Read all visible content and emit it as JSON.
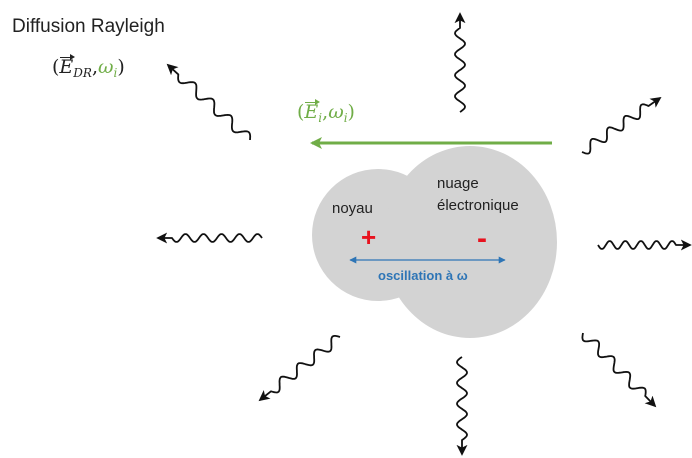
{
  "title": "Diffusion Rayleigh",
  "scattered_field": {
    "open": "(",
    "vector": "E",
    "sub": "DR",
    "sep": ",",
    "freq": "ω",
    "freq_sub": "i",
    "close": ")",
    "freq_color": "#70ad47"
  },
  "incident_field": {
    "open": "(",
    "vector": "E",
    "sub": "i",
    "sep": ",",
    "freq": "ω",
    "freq_sub": "i",
    "close": ")",
    "color": "#70ad47"
  },
  "labels": {
    "nucleus": "noyau",
    "cloud_line1": "nuage",
    "cloud_line2": "électronique",
    "plus": "+",
    "minus": "-",
    "oscillation": "oscillation à ω"
  },
  "colors": {
    "incident_arrow": "#70ad47",
    "oscillation": "#2e75b6",
    "charges": "#e8121e",
    "blob": "#d3d3d3",
    "waves": "#111111"
  },
  "wave_count": 8
}
